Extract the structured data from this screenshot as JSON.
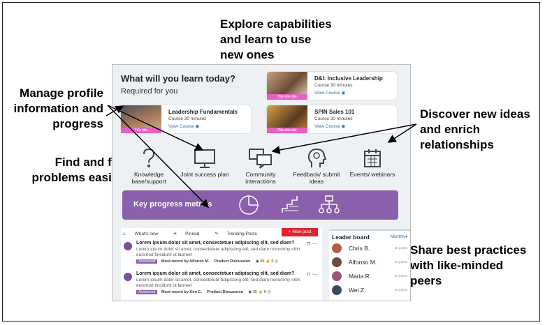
{
  "callouts": {
    "explore": [
      "Explore capabilities",
      "and learn to use",
      "new ones"
    ],
    "manage": [
      "Manage profile",
      "information and",
      "progress"
    ],
    "discover": [
      "Discover new ideas",
      "and enrich",
      "relationships"
    ],
    "find": [
      "Find and fix",
      "problems easily"
    ],
    "share": [
      "Share best practices",
      "with like-minded",
      "peers"
    ]
  },
  "learn": {
    "title": "What will you learn today?",
    "subtitle": "Required for you",
    "courses": [
      {
        "title": "D&I: Inclusive Leadership",
        "meta": "Course    30 minutes",
        "link": "View Course",
        "tag": "Title title title"
      },
      {
        "title": "Leadership Fundamentals",
        "meta": "Course    30 minutes",
        "link": "View Course",
        "tag": "Title title"
      },
      {
        "title": "SPIN Sales 101",
        "meta": "Course    30 minutes",
        "link": "View Course",
        "tag": "Title title title"
      }
    ]
  },
  "nav_icons": [
    {
      "label": "Knowledge base/support",
      "icon": "question-icon"
    },
    {
      "label": "Joint success plan",
      "icon": "monitor-icon"
    },
    {
      "label": "Community interactions",
      "icon": "chat-icon"
    },
    {
      "label": "Feedback/ submit ideas",
      "icon": "lightbulb-head-icon"
    },
    {
      "label": "Events/ webinars",
      "icon": "calendar-icon"
    }
  ],
  "metrics": {
    "title": "Key progress metrics"
  },
  "feed": {
    "tabs": [
      "What's new",
      "Pinned",
      "Trending Posts"
    ],
    "new_post": "+ New post",
    "posts": [
      {
        "title": "Lorem ipsum dolor sit amet, consectetuer adipiscing elit, sed diam?",
        "body": "Lorem ipsum dolor sit amet, consectetuer adipiscing elit, sed diam nonummy nibh euismod tincidunt ut laoreet",
        "badge": "Answered",
        "recent": "Most recent by Alfonso M.",
        "category": "Product Discussion",
        "views": "35",
        "likes": "6"
      },
      {
        "title": "Lorem ipsum dolor sit amet, consectetuer adipiscing elit, sed diam?",
        "body": "Lorem ipsum dolor sit amet, consectetuer adipiscing elit, sed diam nonummy nibh euismod tincidunt ut laoreet",
        "badge": "Answered",
        "recent": "Most recent by Kim C.",
        "category": "Product Discussion",
        "views": "35",
        "likes": "6"
      }
    ]
  },
  "leaderboard": {
    "title": "Leader board",
    "period": "Monthly",
    "entries": [
      {
        "name": "Chris B.",
        "points": "50 points"
      },
      {
        "name": "Alfonso M.",
        "points": "45 points"
      },
      {
        "name": "Maria R.",
        "points": "40 points"
      },
      {
        "name": "Wei Z.",
        "points": "35 points"
      }
    ]
  },
  "colors": {
    "accent": "#8a5fab",
    "pink": "#e85fc6",
    "red": "#e0232e",
    "link": "#2b6cb0"
  }
}
